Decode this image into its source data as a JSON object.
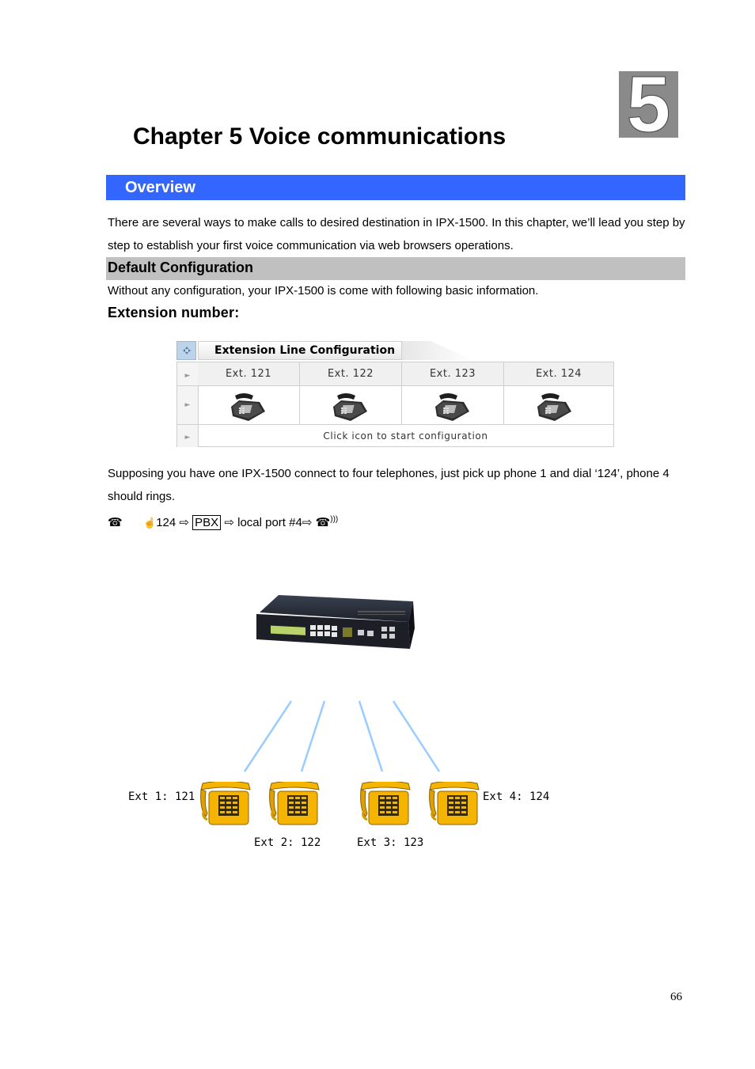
{
  "chapter": {
    "number": "5",
    "title": "Chapter 5 Voice communications"
  },
  "overview": {
    "heading": "Overview",
    "paragraph": "There are several ways to make calls to desired destination in IPX-1500. In this chapter, we’ll lead you step by step to establish your first voice communication via web browsers operations."
  },
  "default_config": {
    "heading": "Default Configuration",
    "paragraph": "Without any configuration, your IPX-1500 is come with following basic information.",
    "ext_heading": "Extension number:"
  },
  "ext_widget": {
    "title": "Extension Line Configuration",
    "extensions": [
      "Ext. 121",
      "Ext. 122",
      "Ext. 123",
      "Ext. 124"
    ],
    "footer": "Click icon to start configuration"
  },
  "example": {
    "paragraph": "Supposing you have one IPX-1500 connect to four telephones, just pick up phone 1 and dial ‘124’, phone 4 should rings.",
    "dial": "124",
    "pbx": "PBX",
    "port": "local port #4",
    "ring": ")))"
  },
  "diagram": {
    "ext1": "Ext 1: 121",
    "ext2": "Ext 2: 122",
    "ext3": "Ext 3: 123",
    "ext4": "Ext 4: 124"
  },
  "colors": {
    "overview_bar": "#3366ff",
    "default_bar": "#c0c0c0",
    "phone_yellow": "#f5b400",
    "line_blue": "#99ccff"
  },
  "page_number": "66"
}
